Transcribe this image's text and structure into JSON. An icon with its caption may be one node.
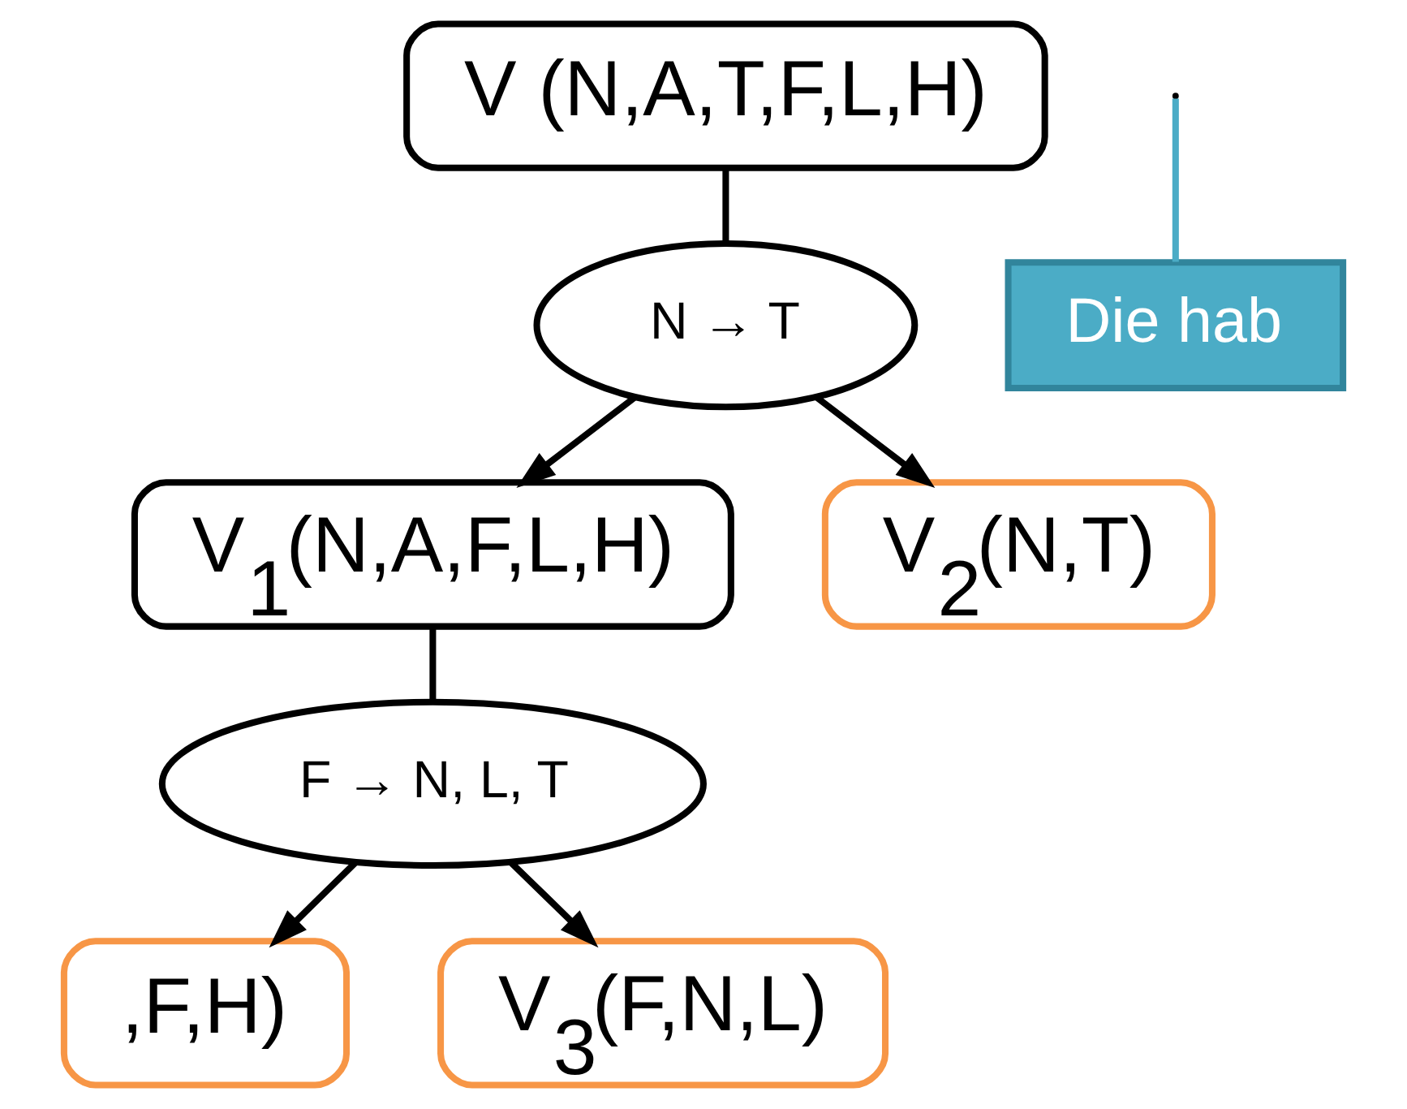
{
  "diagram": {
    "nodes": [
      {
        "text": [
          "V (N,A,T,F,L,H)"
        ]
      },
      {
        "text": [
          "N → T"
        ]
      },
      {
        "text": [
          "V$_{1}$(N,A,F,L,H)"
        ]
      },
      {
        "text": [
          "V$_{2}$(N,T)"
        ]
      },
      {
        "text": [
          "F → N, L, T"
        ]
      },
      {
        "text": [
          ",F,H)"
        ]
      },
      {
        "text": [
          "V$_{3}$(F,N,L)"
        ]
      },
      {
        "text": [
          "Die hab"
        ]
      }
    ],
    "edges": [
      {
        "from": 0,
        "to": 1,
        "arrow": "none"
      },
      {
        "from": 1,
        "to": 2,
        "arrow": "to"
      },
      {
        "from": 1,
        "to": 3,
        "arrow": "to"
      },
      {
        "from": 2,
        "to": 4,
        "arrow": "none"
      },
      {
        "from": 4,
        "to": 5,
        "arrow": "to"
      },
      {
        "from": 4,
        "to": 6,
        "arrow": "to"
      },
      {
        "from": null,
        "to": 7,
        "arrow": "none",
        "color": "#4bacc6"
      }
    ]
  }
}
